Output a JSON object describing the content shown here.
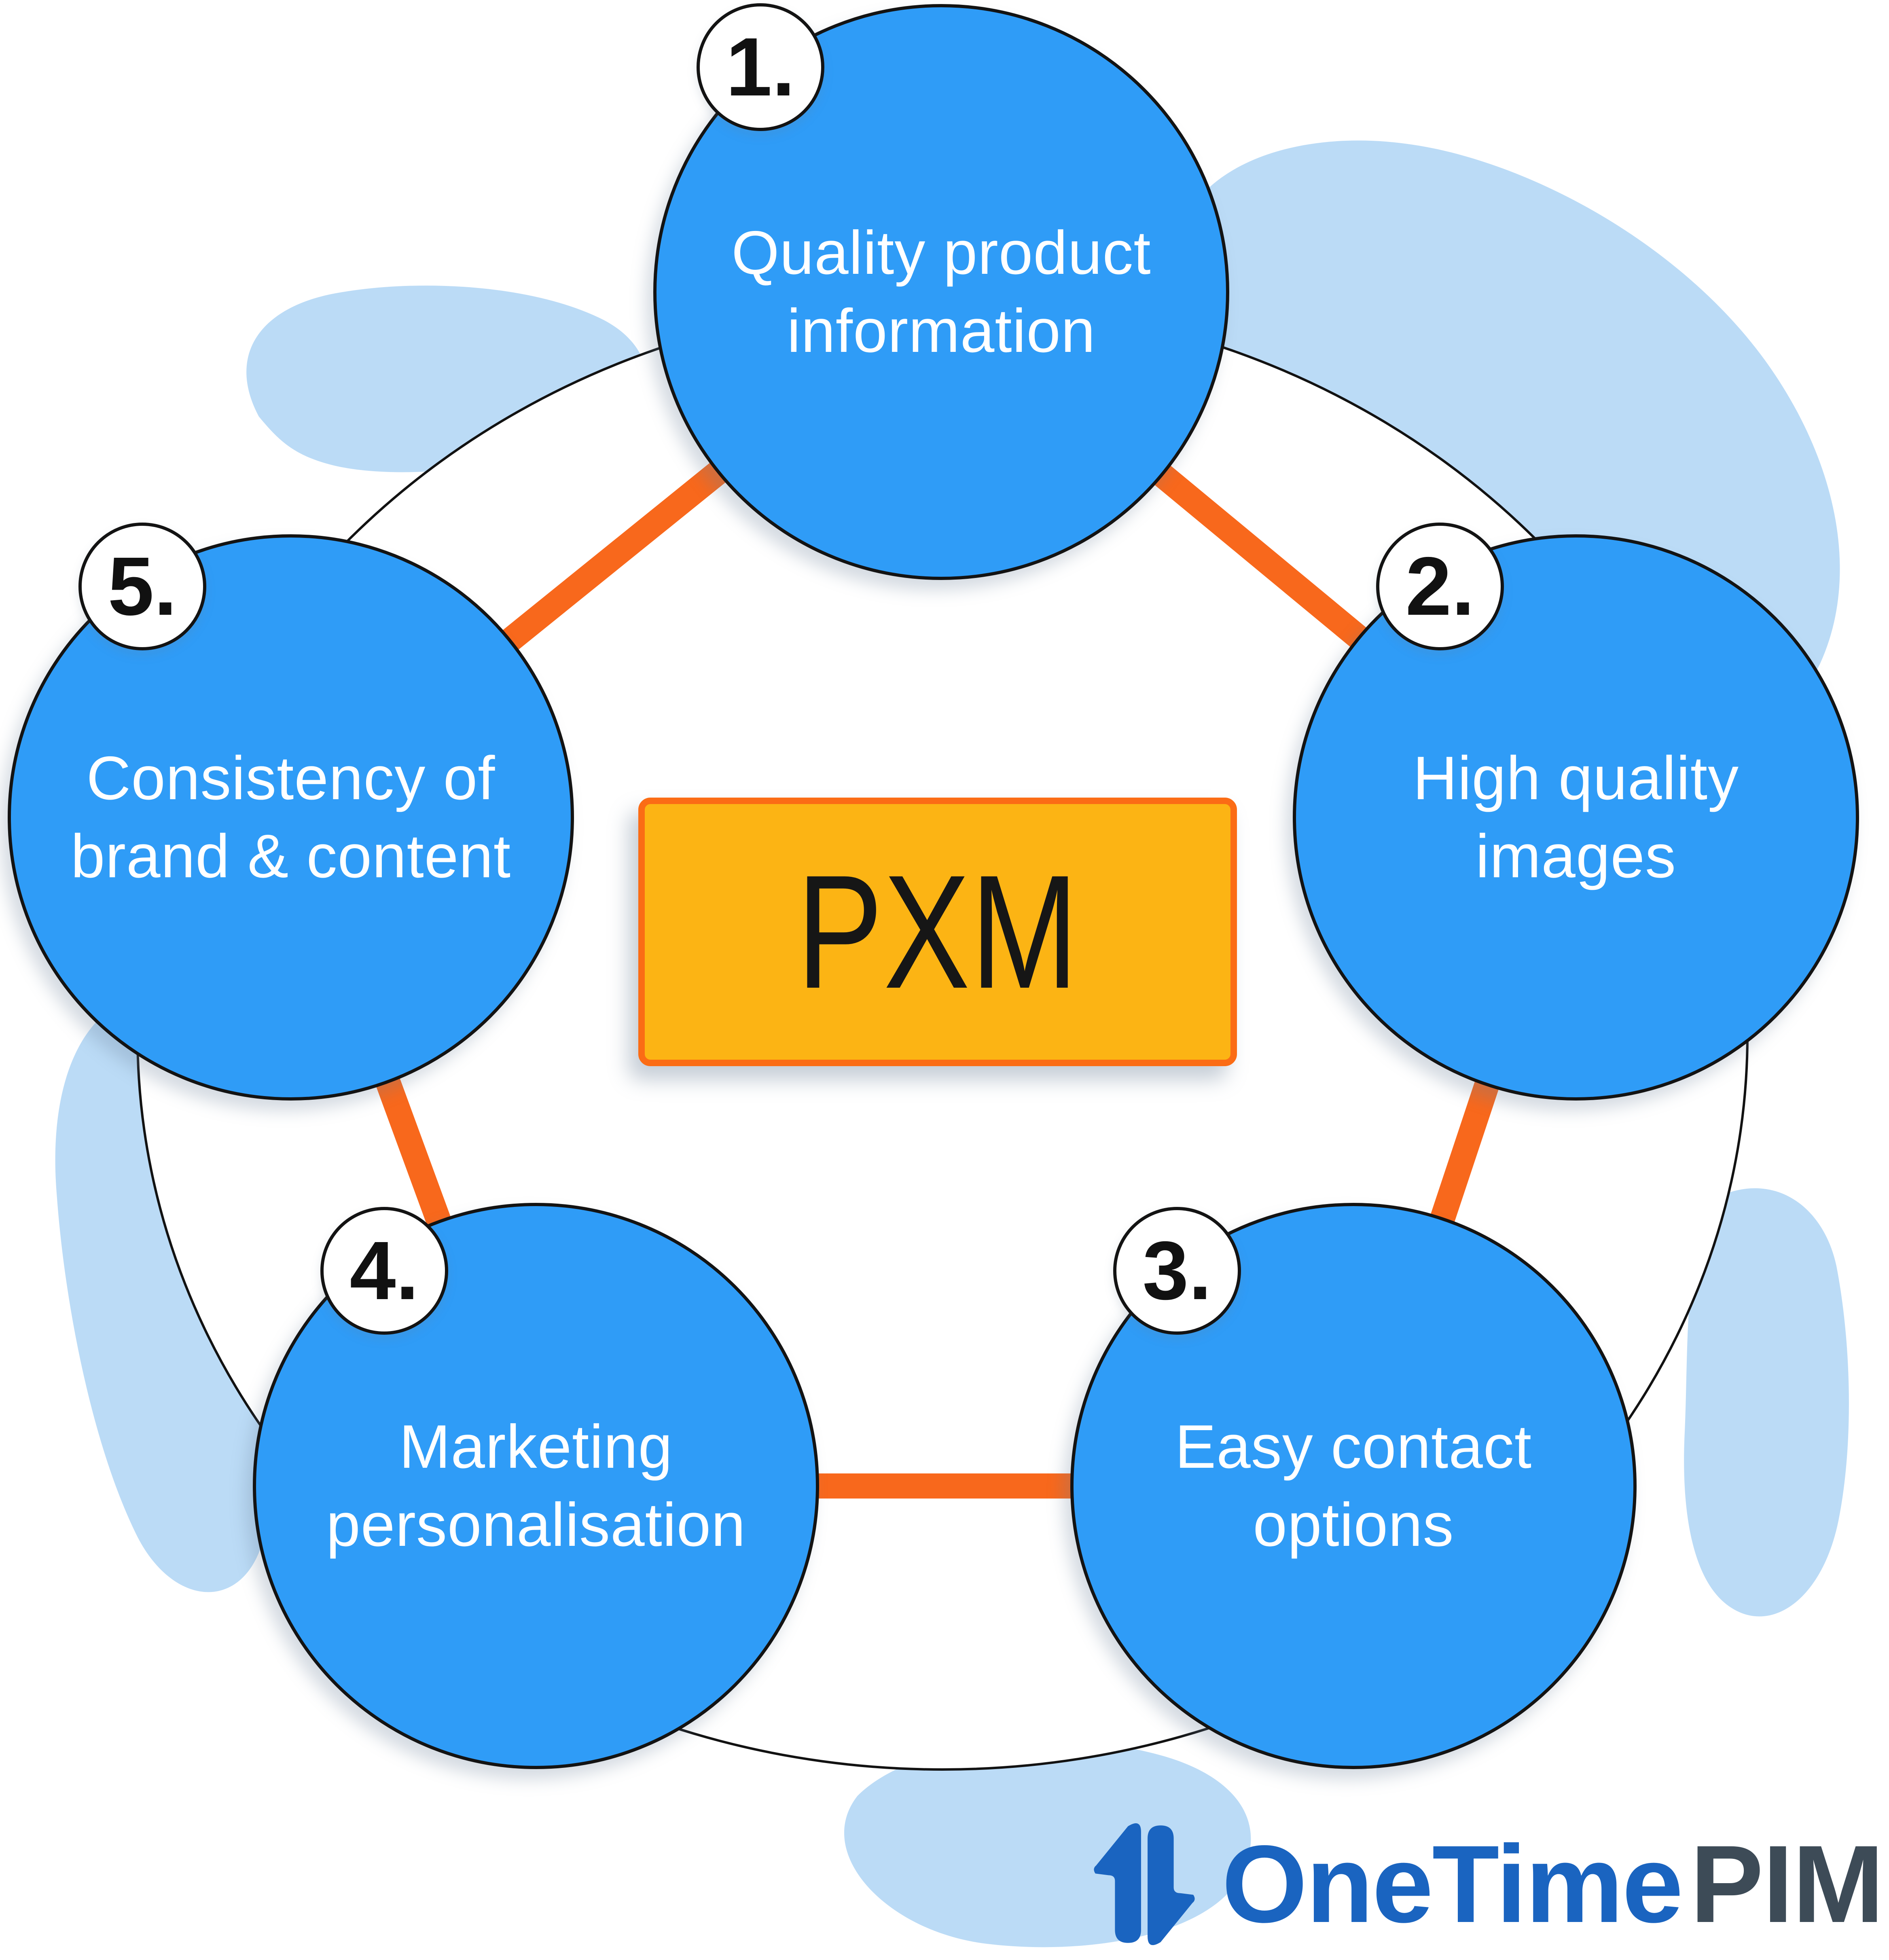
{
  "title": "PXM pentagon diagram",
  "center": {
    "label": "PXM"
  },
  "nodes": [
    {
      "number": "1.",
      "label": "Quality product information"
    },
    {
      "number": "2.",
      "label": "High quality images"
    },
    {
      "number": "3.",
      "label": "Easy contact options"
    },
    {
      "number": "4.",
      "label": "Marketing personalisation"
    },
    {
      "number": "5.",
      "label": "Consistency of brand & content"
    }
  ],
  "logo": {
    "brand": "OneTime",
    "suffix": "PIM"
  },
  "colors": {
    "node_fill": "#2F9CF7",
    "node_text": "#FFFFFF",
    "connector_orange": "#F8681C",
    "center_fill": "#FCB414",
    "center_border": "#FB6C15",
    "background_blob_blue": "#BBDBF6",
    "logo_blue": "#1A64C0",
    "logo_dark": "#3D4B57",
    "outline_black": "#131313"
  }
}
